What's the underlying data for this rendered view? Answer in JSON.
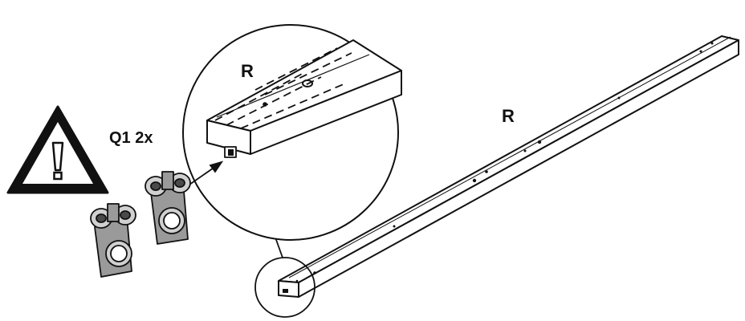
{
  "labels": {
    "zoom_part": "R",
    "rail_part": "R",
    "quantity": "Q1 2x"
  },
  "icons": {
    "warning": "warning-triangle-icon"
  },
  "colors": {
    "ink": "#111111",
    "paper": "#ffffff",
    "metal": "#9a9a9a",
    "metal_light": "#d0d0d0",
    "metal_dark": "#4a4a4a"
  }
}
